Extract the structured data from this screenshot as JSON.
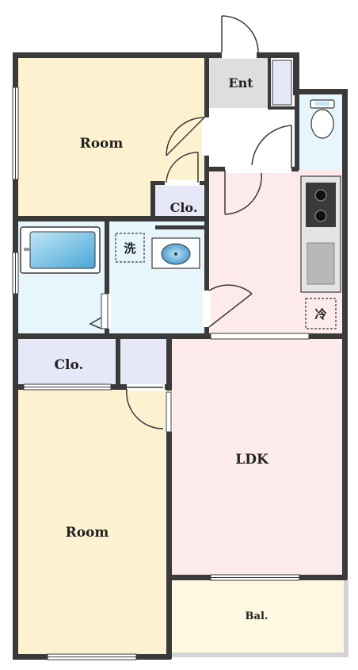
{
  "rooms": {
    "room_top": "Room",
    "room_bottom": "Room",
    "entrance": "Ent",
    "closet_mid": "Clo.",
    "closet_left": "Clo.",
    "ldk": "LDK",
    "balcony": "Bal."
  },
  "fixtures": {
    "washer_mark": "洗",
    "fridge_mark": "冷"
  },
  "colors": {
    "wall": "#3a3a3a",
    "room_fill": "#fdf2cf",
    "wet_fill": "#e6f6fb",
    "closet_fill": "#e6e8f8",
    "ldk_fill": "#fdeaea",
    "entrance_fill": "#dedede",
    "balcony_fill": "#fdf8df"
  }
}
